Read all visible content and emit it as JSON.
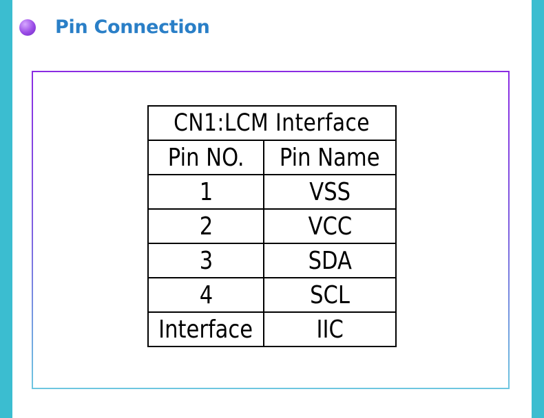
{
  "header": {
    "title": "Pin Connection"
  },
  "table": {
    "caption": "CN1:LCM Interface",
    "columns": [
      "Pin NO.",
      "Pin Name"
    ],
    "rows": [
      [
        "1",
        "VSS"
      ],
      [
        "2",
        "VCC"
      ],
      [
        "3",
        "SDA"
      ],
      [
        "4",
        "SCL"
      ],
      [
        "Interface",
        "IIC"
      ]
    ]
  },
  "colors": {
    "side_bar": "#3bbdd0",
    "title": "#2a7fc7",
    "bullet": "#9a4be6",
    "frame_top": "#8a2be2",
    "frame_bottom": "#6dc6e0"
  }
}
